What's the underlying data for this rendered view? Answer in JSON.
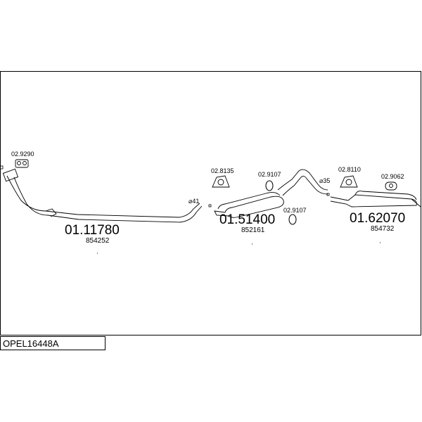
{
  "title_code": "OPEL16448A",
  "parts": [
    {
      "number": "01.11780",
      "ref": "854252"
    },
    {
      "number": "01.51400",
      "ref": "852161"
    },
    {
      "number": "01.62070",
      "ref": "854732"
    }
  ],
  "fittings": {
    "front_gasket": "02.9290",
    "mount_1": "02.8135",
    "clamp_1": "02.9107",
    "clamp_2": "02.9107",
    "mount_2": "02.8110",
    "rubber_end": "02.9062"
  },
  "diameters": {
    "d1": "⌀41",
    "d2": "⌀35"
  }
}
